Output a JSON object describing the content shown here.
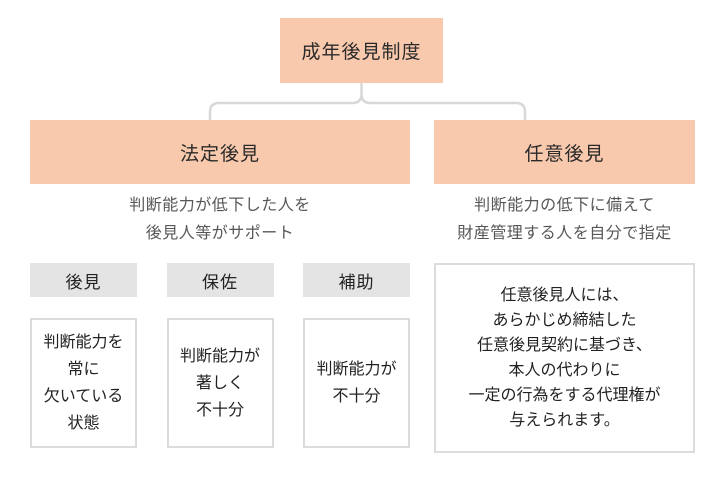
{
  "root": {
    "title": "成年後見制度"
  },
  "left": {
    "title": "法定後見",
    "subtitle_lines": [
      "判断能力が低下した人を",
      "後見人等がサポート"
    ],
    "columns": [
      {
        "header": "後見",
        "body_lines": [
          "判断能力を",
          "常に",
          "欠いている",
          "状態"
        ]
      },
      {
        "header": "保佐",
        "body_lines": [
          "判断能力が",
          "著しく",
          "不十分"
        ]
      },
      {
        "header": "補助",
        "body_lines": [
          "判断能力が",
          "不十分"
        ]
      }
    ]
  },
  "right": {
    "title": "任意後見",
    "subtitle_lines": [
      "判断能力の低下に備えて",
      "財産管理する人を自分で指定"
    ],
    "body_lines": [
      "任意後見人には、",
      "あらかじめ締結した",
      "任意後見契約に基づき、",
      "本人の代わりに",
      "一定の行為をする代理権が",
      "与えられます。"
    ]
  },
  "colors": {
    "accent_peach": "#f9c9ad",
    "header_gray": "#e4e4e4",
    "box_border": "#dcdcdc",
    "connector_line": "#d8d8d8",
    "subtitle_text": "#575757",
    "body_text": "#222222"
  }
}
